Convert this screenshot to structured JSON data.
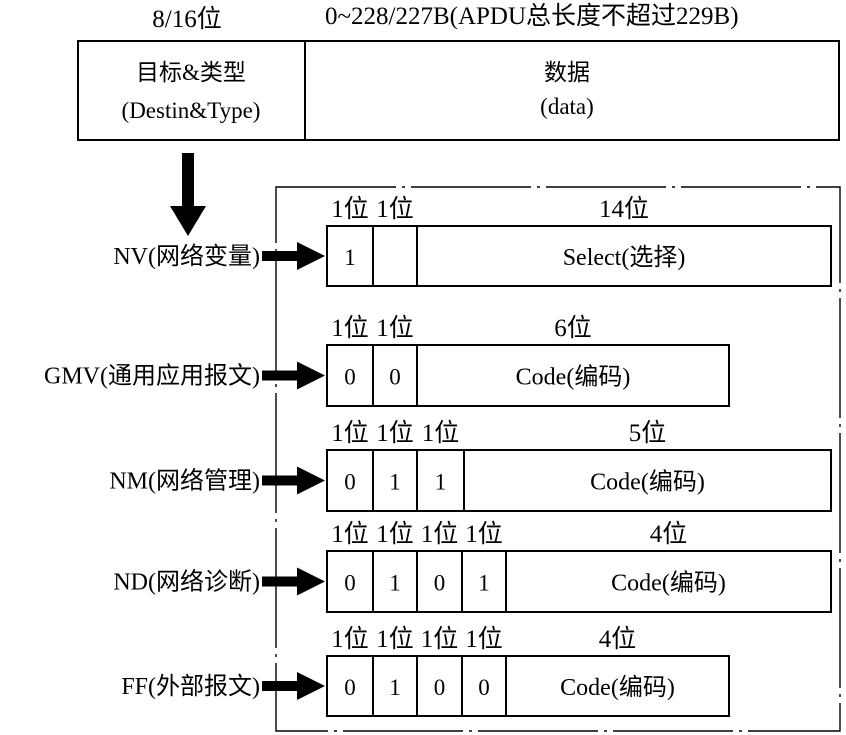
{
  "header": {
    "left_width": "8/16位",
    "right_width": "0~228/227B(APDU总长度不超过229B)",
    "target_line1": "目标&类型",
    "target_line2": "(Destin&Type)",
    "data_line1": "数据",
    "data_line2": "(data)"
  },
  "rows": [
    {
      "label": "NV(网络变量)",
      "widths": [
        "1位",
        "1位"
      ],
      "rest_width": "14位",
      "bits": [
        "1",
        ""
      ],
      "field": "Select(选择)"
    },
    {
      "label": "GMV(通用应用报文)",
      "widths": [
        "1位",
        "1位"
      ],
      "rest_width": "6位",
      "bits": [
        "0",
        "0"
      ],
      "field": "Code(编码)"
    },
    {
      "label": "NM(网络管理)",
      "widths": [
        "1位",
        "1位",
        "1位"
      ],
      "rest_width": "5位",
      "bits": [
        "0",
        "1",
        "1"
      ],
      "field": "Code(编码)"
    },
    {
      "label": "ND(网络诊断)",
      "widths": [
        "1位",
        "1位",
        "1位",
        "1位"
      ],
      "rest_width": "4位",
      "bits": [
        "0",
        "1",
        "0",
        "1"
      ],
      "field": "Code(编码)"
    },
    {
      "label": "FF(外部报文)",
      "widths": [
        "1位",
        "1位",
        "1位",
        "1位"
      ],
      "rest_width": "4位",
      "bits": [
        "0",
        "1",
        "0",
        "0"
      ],
      "field": "Code(编码)"
    }
  ]
}
